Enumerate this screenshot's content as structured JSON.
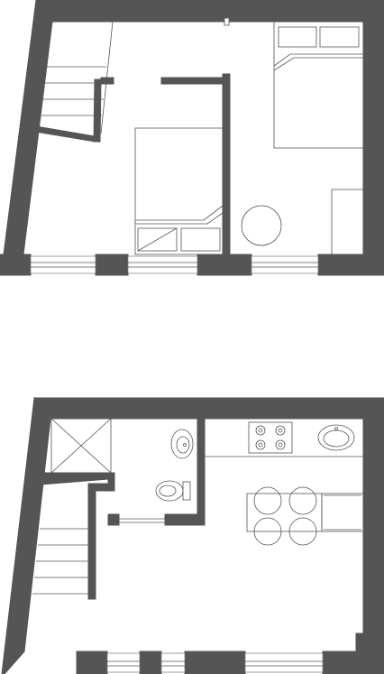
{
  "floors": [
    {
      "id": "upper-floor",
      "rooms": [
        "stair",
        "loft-bedroom",
        "bed-single",
        "bed-double",
        "round-table",
        "cabinet"
      ]
    },
    {
      "id": "lower-floor",
      "rooms": [
        "stair",
        "shower",
        "bathroom",
        "kitchen",
        "dining-table"
      ]
    }
  ],
  "colors": {
    "wall": "#555555",
    "line": "#555555",
    "background": "#ffffff"
  },
  "fixtures": {
    "upper": [
      "staircase",
      "bed-single",
      "bed-double",
      "round-table",
      "cabinet",
      "partition-wall"
    ],
    "lower": [
      "staircase",
      "shower-tray",
      "washbasin",
      "toilet",
      "cooktop-4-burner",
      "kitchen-sink",
      "dining-table",
      "chairs-4",
      "side-cabinet"
    ]
  }
}
